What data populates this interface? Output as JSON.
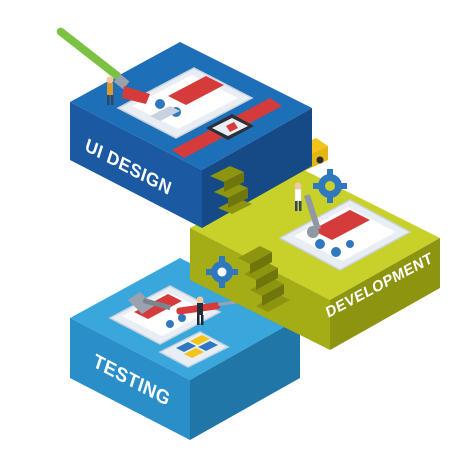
{
  "stages": [
    {
      "label": "UI DESIGN",
      "color": "#1b5aa3"
    },
    {
      "label": "DEVELOPMENT",
      "color": "#b5bd1c"
    },
    {
      "label": "TESTING",
      "color": "#2a8fc9"
    }
  ],
  "colors": {
    "ui_top": "#1d6fb8",
    "ui_front": "#1b5aa3",
    "ui_side": "#164a87",
    "dev_top": "#c8d02a",
    "dev_front": "#a4ac16",
    "dev_side": "#8d9410",
    "test_top": "#3aa7dc",
    "test_front": "#2a8fc9",
    "test_side": "#2176a8",
    "accent_red": "#d63b3b",
    "phone_frame": "#e9eef5",
    "gear": "#2f78c0"
  },
  "icons": [
    "paintbrush-icon",
    "smartwatch-icon",
    "forklift-icon",
    "gear-icon",
    "wrench-icon",
    "hammer-icon",
    "screwdriver-icon",
    "person-icon",
    "tablet-icon",
    "smartphone-icon",
    "staircase-icon"
  ]
}
